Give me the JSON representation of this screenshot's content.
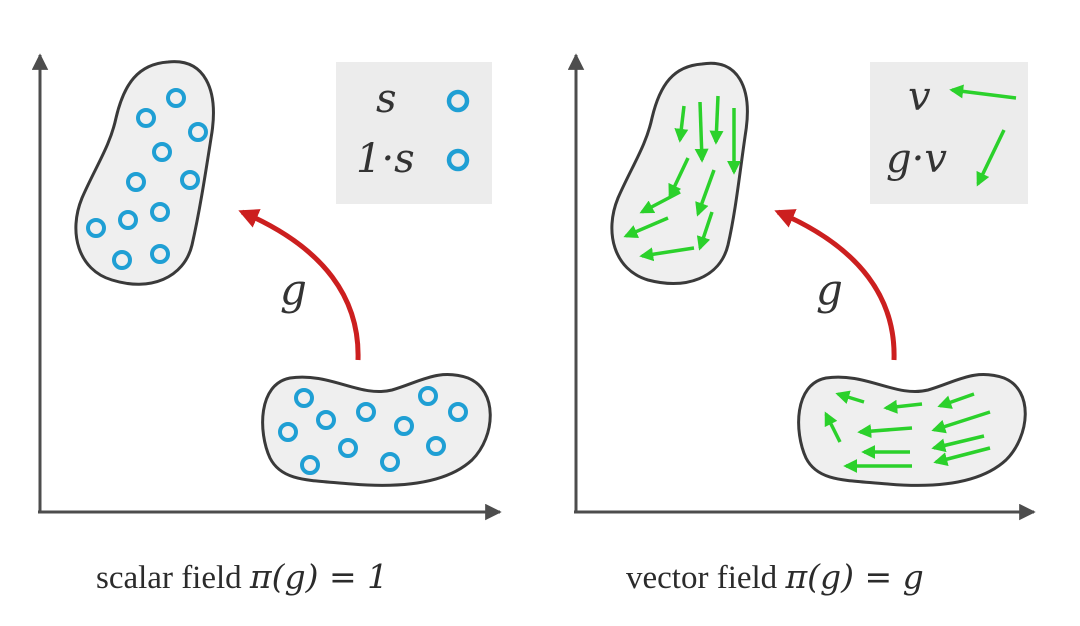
{
  "colors": {
    "axis": "#4d4d4d",
    "blob_fill": "#efefef",
    "blob_stroke": "#3a3a3a",
    "legend_bg": "#ececec",
    "scalar_marker": "#1f9fd4",
    "vector_arrow": "#2bd12b",
    "transform_arrow": "#cc1f1f",
    "text": "#333333"
  },
  "left_panel": {
    "caption_text": "scalar field ",
    "caption_math": "π(g) = 1",
    "group_label": "g",
    "legend": {
      "row1": {
        "label": "s",
        "symbol": "circle-marker-icon"
      },
      "row2": {
        "label": "1·s",
        "symbol": "circle-marker-icon"
      }
    }
  },
  "right_panel": {
    "caption_text": "vector field ",
    "caption_math": "π(g) = g",
    "group_label": "g",
    "legend": {
      "row1": {
        "label": "v",
        "symbol": "arrow-left-icon"
      },
      "row2": {
        "label": "g·v",
        "symbol": "arrow-down-left-icon"
      }
    }
  }
}
